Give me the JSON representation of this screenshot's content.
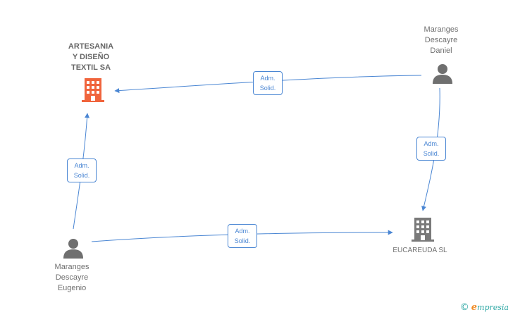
{
  "nodes": {
    "artesania": {
      "label_lines": [
        "ARTESANIA",
        "Y DISEÑO",
        "TEXTIL SA"
      ],
      "color": "#f0643c",
      "kind": "company"
    },
    "eucareuda": {
      "label": "EUCAREUDA SL",
      "color": "#7a7a7a",
      "kind": "company"
    },
    "daniel": {
      "label_lines": [
        "Maranges",
        "Descayre",
        "Daniel"
      ],
      "color": "#6f6f6f",
      "kind": "person"
    },
    "eugenio": {
      "label_lines": [
        "Maranges",
        "Descayre",
        "Eugenio"
      ],
      "color": "#6f6f6f",
      "kind": "person"
    }
  },
  "edges": [
    {
      "id": "daniel-artesania",
      "label_lines": [
        "Adm.",
        "Solid."
      ]
    },
    {
      "id": "daniel-eucareuda",
      "label_lines": [
        "Adm.",
        "Solid."
      ]
    },
    {
      "id": "eugenio-artesania",
      "label_lines": [
        "Adm.",
        "Solid."
      ]
    },
    {
      "id": "eugenio-eucareuda",
      "label_lines": [
        "Adm.",
        "Solid."
      ]
    }
  ],
  "colors": {
    "edge": "#4a86d3"
  },
  "footer": {
    "copyright": "©",
    "brand_initial": "e",
    "brand_rest": "mpresia"
  }
}
